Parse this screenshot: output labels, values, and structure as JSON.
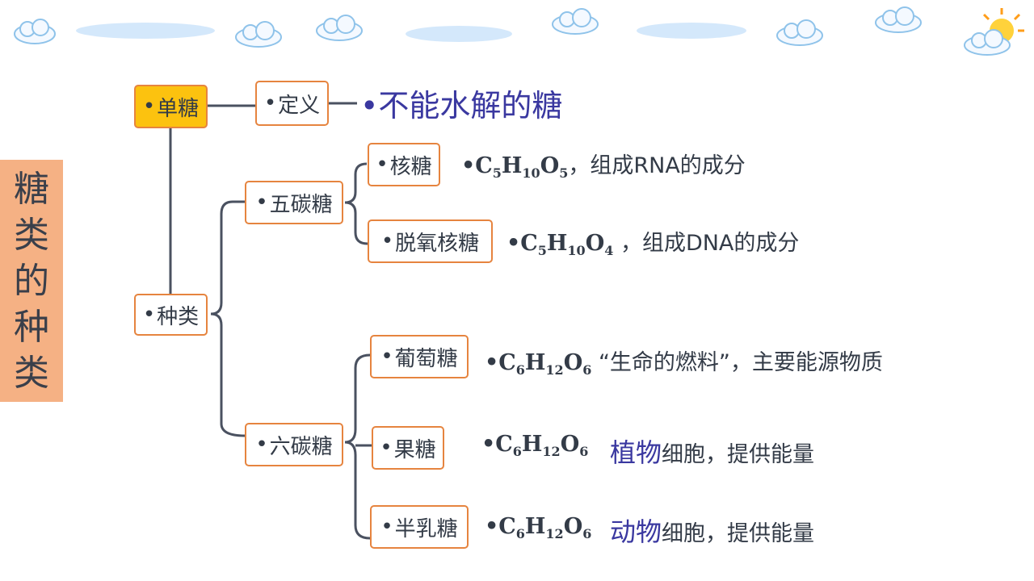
{
  "side_title": [
    "糖",
    "类",
    "的",
    "种",
    "类"
  ],
  "nodes": {
    "monosaccharide": "单糖",
    "definition": "定义",
    "types": "种类",
    "pentose": "五碳糖",
    "hexose": "六碳糖",
    "ribose": "核糖",
    "deoxyribose": "脱氧核糖",
    "glucose": "葡萄糖",
    "fructose": "果糖",
    "galactose": "半乳糖"
  },
  "bullet": "•",
  "definition_text": "不能水解的糖",
  "descriptions": {
    "ribose": {
      "note": "，组成RNA的成分"
    },
    "deoxyribose": {
      "note": " ，组成DNA的成分"
    },
    "glucose": {
      "note": " “生命的燃料”，主要能源物质"
    },
    "fructose": {
      "highlight": "植物",
      "note": "细胞，提供能量"
    },
    "galactose": {
      "highlight": "动物",
      "note": "细胞，提供能量"
    }
  },
  "colors": {
    "node_border": "#e6843f",
    "root_fill": "#fcc20f",
    "side_fill": "#f5b184",
    "accent_text": "#3a38a0",
    "line": "#4a5160"
  }
}
